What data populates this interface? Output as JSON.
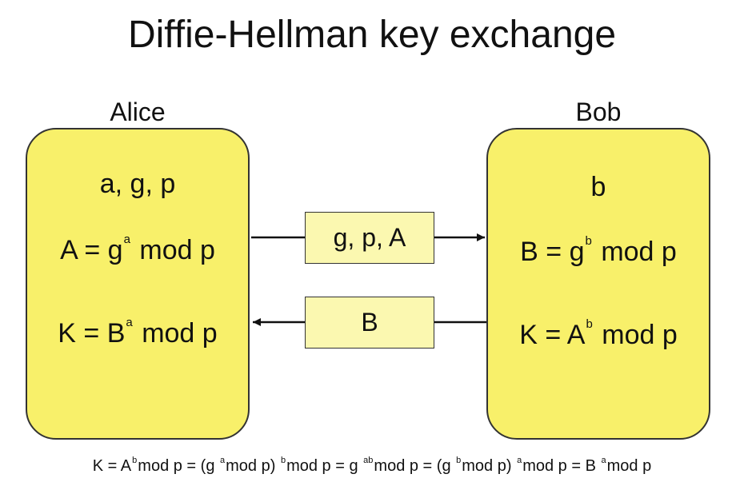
{
  "title": "Diffie-Hellman key exchange",
  "alice": {
    "label": "Alice",
    "secrets": "a, g, p",
    "public_key": {
      "lhs": "A = g",
      "exp": "a",
      "rhs": "mod p"
    },
    "shared_key": {
      "lhs": "K = B",
      "exp": "a",
      "rhs": "mod p"
    }
  },
  "bob": {
    "label": "Bob",
    "secret": "b",
    "public_key": {
      "lhs": "B = g",
      "exp": "b",
      "rhs": "mod p"
    },
    "shared_key": {
      "lhs": "K = A",
      "exp": "b",
      "rhs": "mod p"
    }
  },
  "messages": {
    "alice_to_bob": "g, p, A",
    "bob_to_alice": "B"
  },
  "proof": {
    "part1": "K = A",
    "exp1": "b",
    "part2": "mod p = (g",
    "exp2": "a",
    "part3": "mod p)",
    "exp3": "b",
    "part4": "mod p = g",
    "exp4": "ab",
    "part5": "mod p = (g",
    "exp5": "b",
    "part6": "mod p)",
    "exp6": "a",
    "part7": "mod p = B",
    "exp7": "a",
    "part8": "mod p"
  },
  "colors": {
    "party_fill": "#f8f06a",
    "message_fill": "#fbf8b0",
    "stroke": "#333333"
  }
}
